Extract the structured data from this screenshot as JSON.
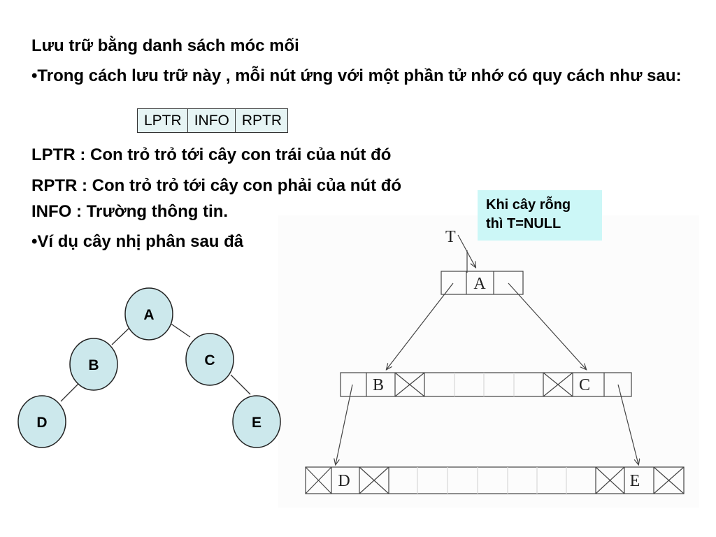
{
  "title": "Lưu trữ bằng danh sách móc mối",
  "bullet1": "•Trong cách lưu trữ này , mỗi nút ứng với một phần tử nhớ có quy cách như sau:",
  "node_format": {
    "lptr": "LPTR",
    "info": "INFO",
    "rptr": "RPTR"
  },
  "lptr_desc": "LPTR : Con trỏ trỏ tới cây con trái của nút đó",
  "rptr_desc": "RPTR : Con trỏ trỏ tới cây con phải của nút đó",
  "info_desc": "INFO : Trường thông tin.",
  "bullet2": "•Ví dụ cây nhị phân sau đâ",
  "note": {
    "line1": "Khi cây rỗng",
    "line2": "thì T=NULL"
  },
  "tree": {
    "fill": "#cce8ec",
    "nodes": {
      "A": "A",
      "B": "B",
      "C": "C",
      "D": "D",
      "E": "E"
    }
  },
  "linked": {
    "root_pointer": "T",
    "A": "A",
    "B": "B",
    "C": "C",
    "D": "D",
    "E": "E"
  }
}
